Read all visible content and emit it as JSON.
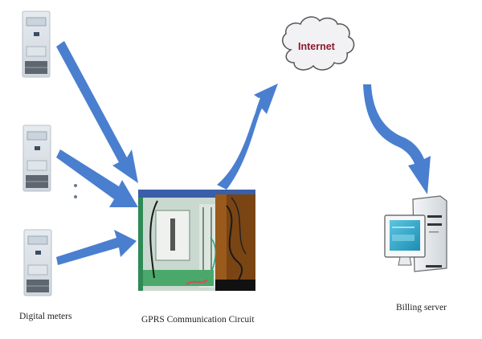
{
  "diagram": {
    "title": "",
    "nodes": {
      "meters": {
        "label": "Digital meters",
        "count_shown": 3,
        "ellipsis": ":"
      },
      "gprs": {
        "label": "GPRS Communication Circuit"
      },
      "internet": {
        "label": "Internet"
      },
      "server": {
        "label": "Billing server"
      }
    },
    "edges": [
      {
        "from": "meter-1",
        "to": "gprs"
      },
      {
        "from": "meter-2",
        "to": "gprs"
      },
      {
        "from": "meter-3",
        "to": "gprs"
      },
      {
        "from": "gprs",
        "to": "internet"
      },
      {
        "from": "internet",
        "to": "server"
      }
    ],
    "colors": {
      "arrow": "#4a7fcf",
      "cloud_text": "#8a1a2c",
      "cloud_fill": "#f2f2f4",
      "cloud_stroke": "#555555",
      "screen": "#2aa3c8"
    }
  }
}
